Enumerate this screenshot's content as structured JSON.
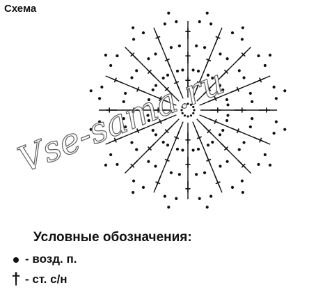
{
  "title": "Схема",
  "watermark": "Vse-sama.ru",
  "legend": {
    "heading": "Условные обозначения:",
    "items": [
      {
        "symbol": "chain-dot",
        "text": "- возд. п."
      },
      {
        "symbol": "dc-cross",
        "text": "- ст. с/н"
      }
    ]
  },
  "diagram": {
    "spokes": 16,
    "ring_dots_between_spokes": 2,
    "chain_dots_per_spoke": 3
  }
}
